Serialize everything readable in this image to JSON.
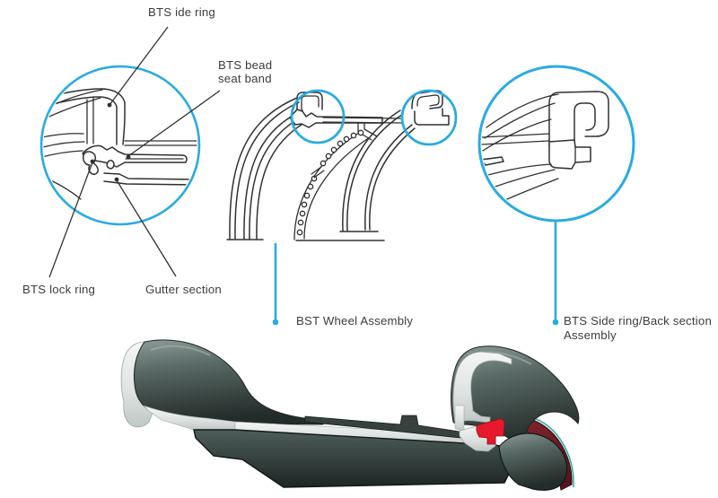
{
  "diagram": {
    "callouts": {
      "side_ring": {
        "label": "BTS ide ring"
      },
      "bead_seat_band": {
        "line1": "BTS bead",
        "line2": "seat band"
      },
      "lock_ring": {
        "label": "BTS lock ring"
      },
      "gutter_section": {
        "label": "Gutter section"
      },
      "wheel_assembly": {
        "label": "BST Wheel Assembly"
      },
      "side_back_assembly": {
        "line1": "BTS Side ring/Back section",
        "line2": "Assembly"
      }
    },
    "colors": {
      "accent_blue": "#29abe2",
      "line_art": "#2f3033",
      "label_text": "#3c3c3c",
      "lock_ring_red": "#e8192c",
      "oring_maroon": "#6f1b22",
      "teal_edge": "#2aa9a2",
      "metal_dark": "#222c2a",
      "metal_mid": "#52625f",
      "metal_light": "#8d9c98",
      "cut_face_light": "#e9edec"
    }
  }
}
